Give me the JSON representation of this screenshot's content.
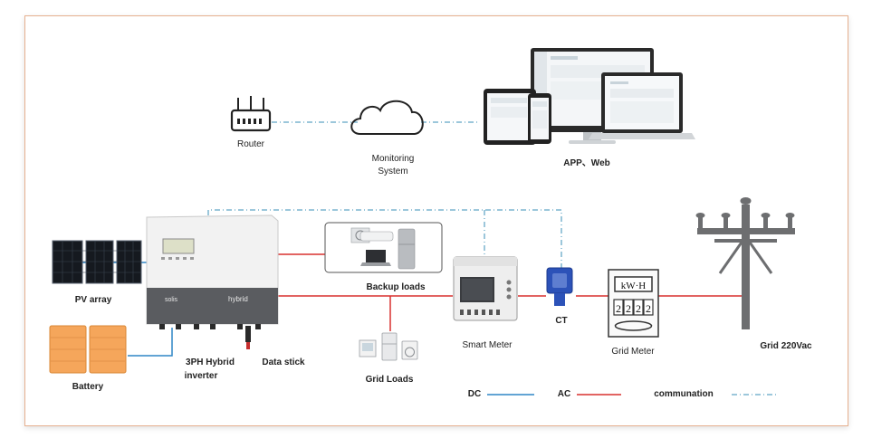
{
  "labels": {
    "router": "Router",
    "monitoring_line1": "Monitoring",
    "monitoring_line2": "System",
    "app_web": "APP、Web",
    "pv_array": "PV array",
    "battery": "Battery",
    "inverter_line1": "3PH Hybrid",
    "inverter_line2": "inverter",
    "data_stick": "Data stick",
    "backup_loads": "Backup loads",
    "grid_loads": "Grid Loads",
    "smart_meter": "Smart Meter",
    "ct": "CT",
    "grid_meter": "Grid Meter",
    "grid": "Grid 220Vac",
    "inverter_brand": "solis",
    "inverter_model": "hybrid",
    "meter_unit": "kW·H",
    "meter_digits": [
      "2",
      "2",
      "2",
      "2"
    ]
  },
  "legend": {
    "dc": "DC",
    "ac": "AC",
    "comm": "communation"
  },
  "colors": {
    "dc": "#2f86c6",
    "ac": "#d9302f",
    "comm": "#3a8fb7",
    "frame": "#e6b08f",
    "battery": "#f5a65b"
  }
}
